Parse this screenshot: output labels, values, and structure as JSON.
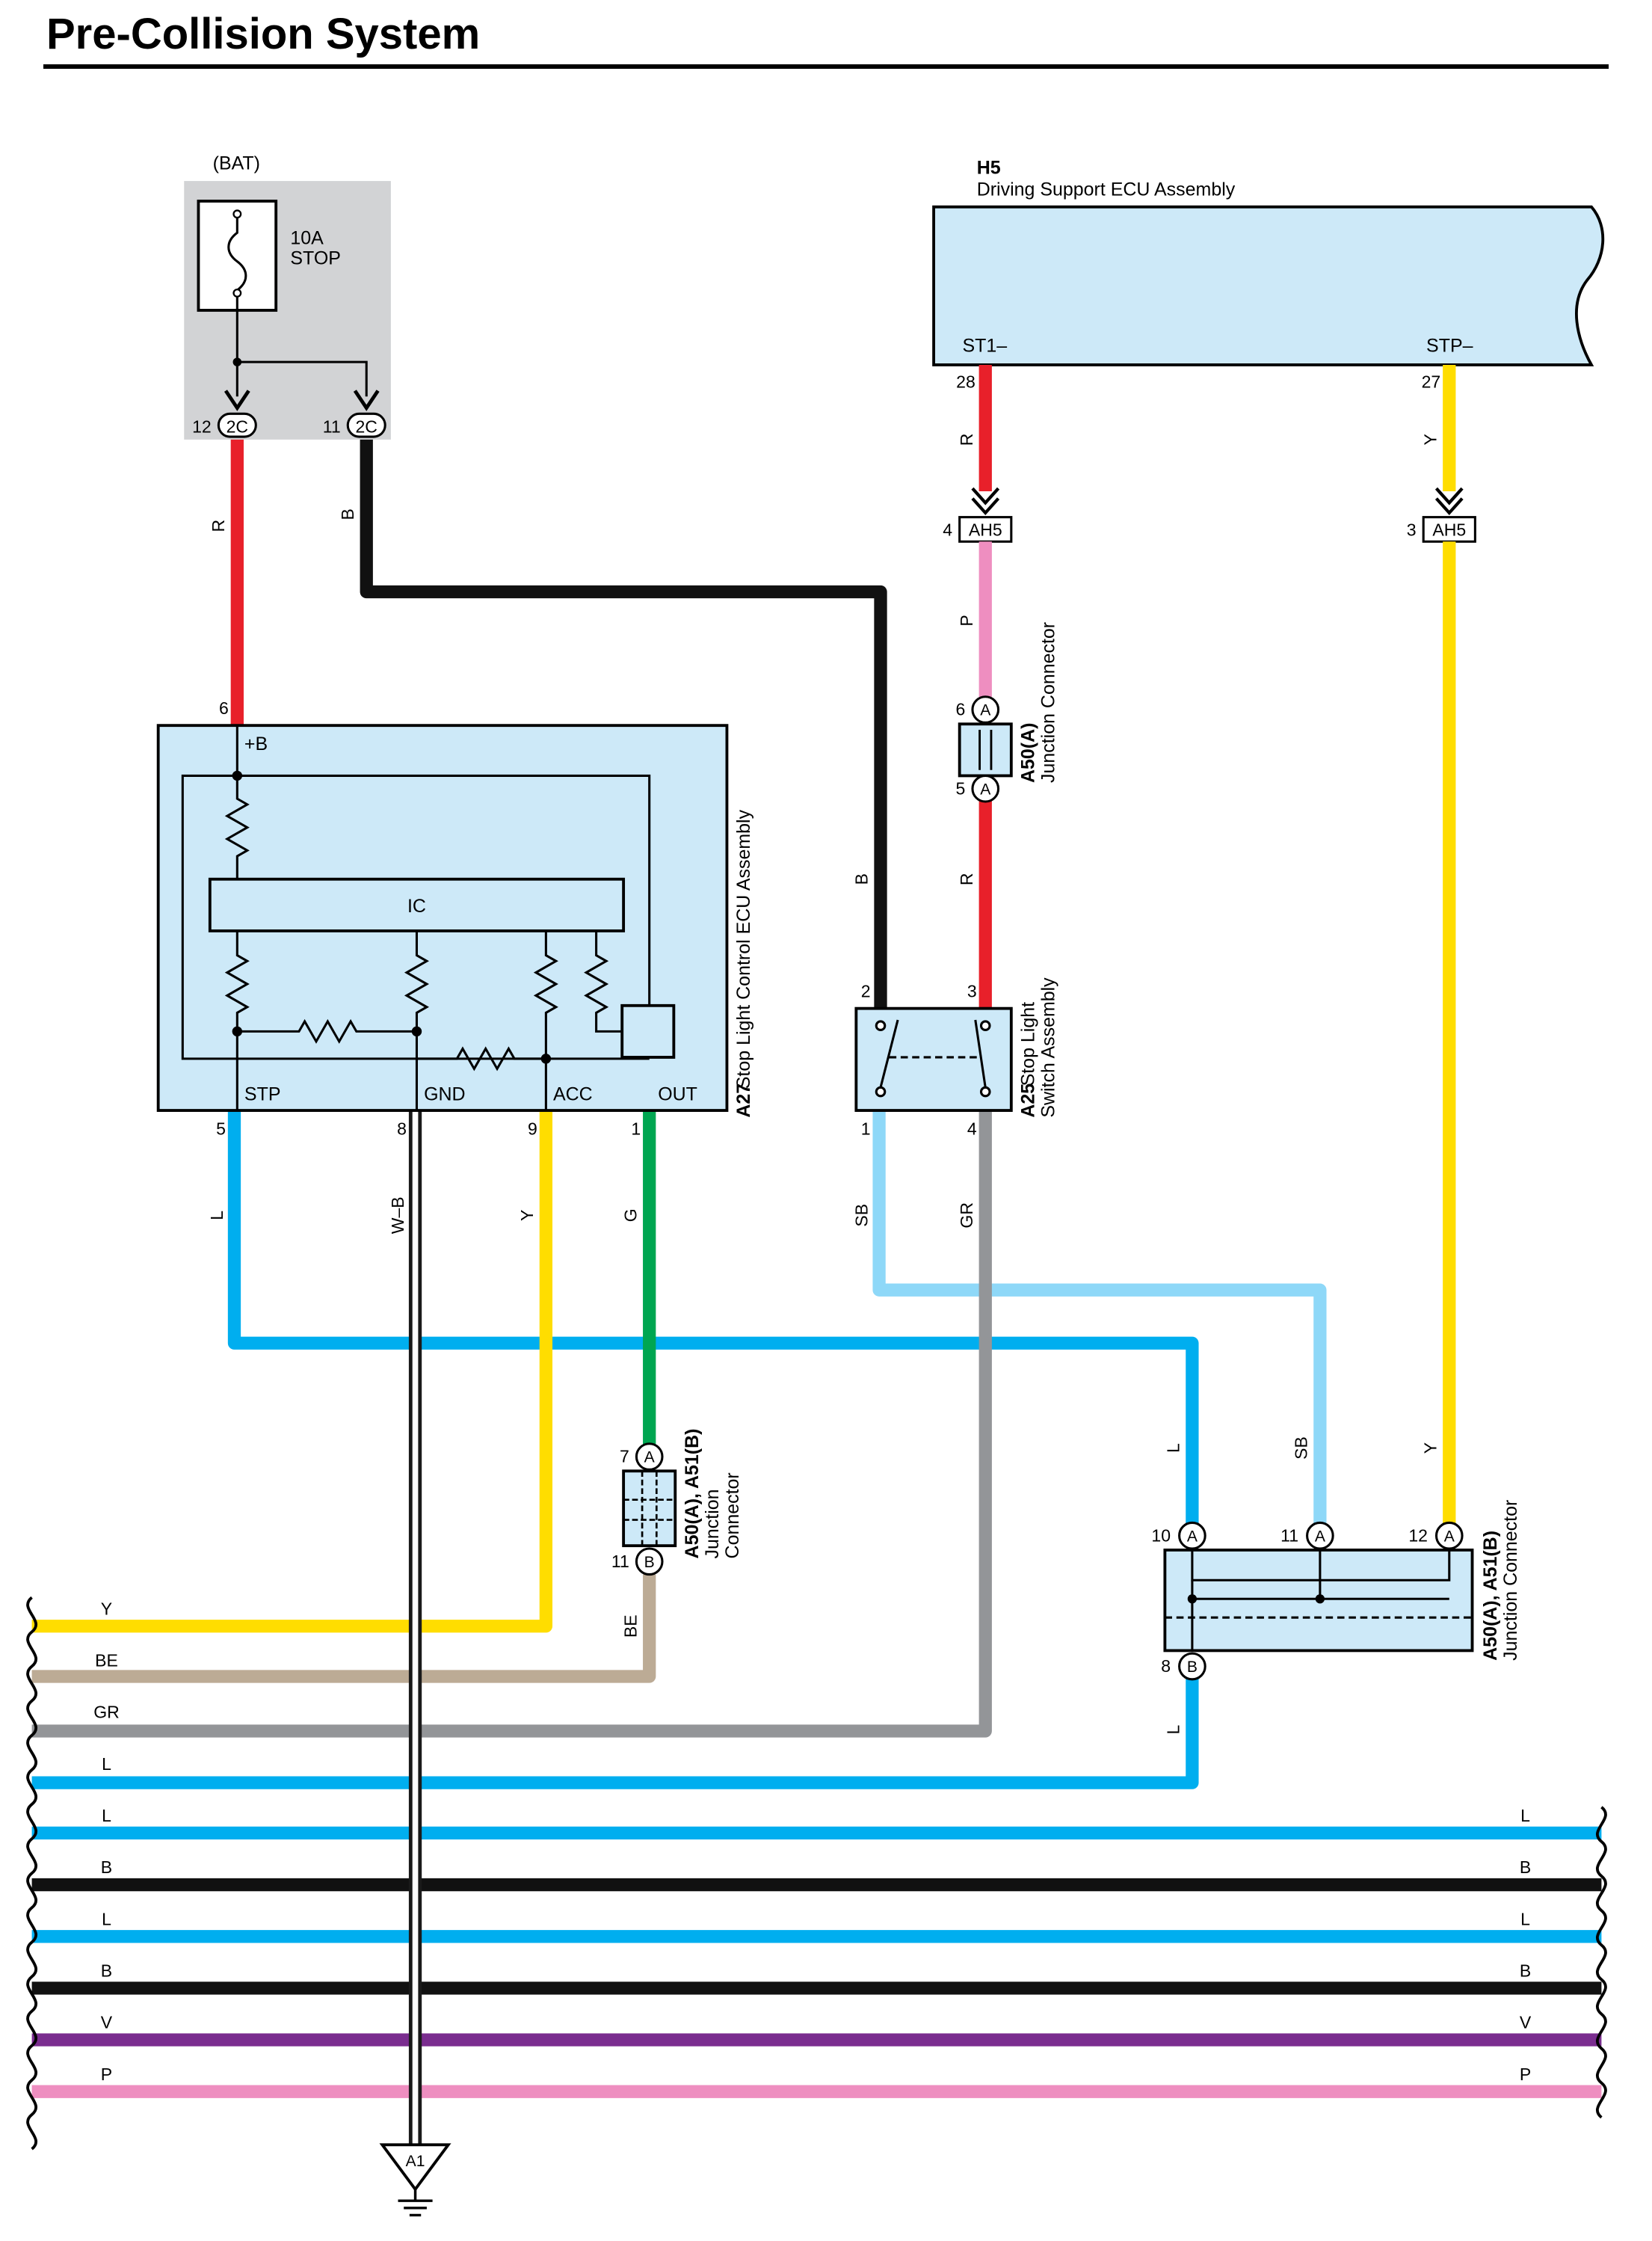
{
  "title": "Pre-Collision System",
  "colors": {
    "R": "#e8202a",
    "B": "#111111",
    "P": "#ee8ec0",
    "Y": "#ffdd00",
    "L": "#00aeef",
    "SB": "#8ed8f8",
    "GR": "#939598",
    "G": "#00a651",
    "BE": "#bcab95",
    "V": "#7a2d8f",
    "WB_outer": "#1a1a1a",
    "WB_inner": "#ffffff",
    "component_fill": "#cde9f8",
    "fuse_box_fill": "#d2d3d5"
  },
  "fuse_block": {
    "source": "(BAT)",
    "fuse_rating": "10A",
    "fuse_name": "STOP",
    "connector": "2C",
    "pin_left": "12",
    "pin_right": "11"
  },
  "ecu_h5": {
    "id": "H5",
    "name": "Driving Support ECU Assembly",
    "terminal_left": "ST1–",
    "terminal_right": "STP–",
    "pin_left": "28",
    "pin_right": "27"
  },
  "connector_ah5": {
    "name": "AH5",
    "pin_left": "4",
    "pin_right": "3"
  },
  "junction_a50a": {
    "id": "A50(A)",
    "name": "Junction Connector",
    "pin_top": "6",
    "pin_bottom": "5",
    "pin_letter": "A"
  },
  "ecu_a27": {
    "id": "A27",
    "name": "Stop Light Control ECU Assembly",
    "top_terminal": "+B",
    "top_pin": "6",
    "ic_label": "IC",
    "terminals": [
      "STP",
      "GND",
      "ACC",
      "OUT"
    ],
    "pins": [
      "5",
      "8",
      "9",
      "1"
    ]
  },
  "switch_a25": {
    "id": "A25",
    "name_line1": "Stop Light",
    "name_line2": "Switch Assembly",
    "pin_top_left": "2",
    "pin_top_right": "3",
    "pin_bottom_left": "1",
    "pin_bottom_right": "4"
  },
  "junction_small": {
    "id": "A50(A), A51(B)",
    "name_line1": "Junction",
    "name_line2": "Connector",
    "pin_top": "7",
    "pin_top_letter": "A",
    "pin_bottom": "11",
    "pin_bottom_letter": "B"
  },
  "junction_large": {
    "id": "A50(A), A51(B)",
    "name": "Junction Connector",
    "pins_top": [
      "10",
      "11",
      "12"
    ],
    "pin_top_letter": "A",
    "pin_bottom": "8",
    "pin_bottom_letter": "B"
  },
  "ground": {
    "label": "A1"
  },
  "wire_labels": {
    "bat_left": "R",
    "bat_right": "B",
    "h5_left": "R",
    "h5_right": "Y",
    "ah5_pink": "P",
    "a50_red": "R",
    "switch_b": "B",
    "stp": "L",
    "gnd": "W–B",
    "acc": "Y",
    "out": "G",
    "be": "BE",
    "sb": "SB",
    "gr": "GR",
    "jl_left": "L",
    "jl_mid": "SB",
    "jl_right": "Y",
    "jl_bottom": "L"
  },
  "harness_left_labels": [
    "Y",
    "BE",
    "GR",
    "L",
    "L",
    "B",
    "L",
    "B",
    "V",
    "P"
  ],
  "harness_right_labels": [
    "L",
    "B",
    "L",
    "B",
    "V",
    "P"
  ]
}
